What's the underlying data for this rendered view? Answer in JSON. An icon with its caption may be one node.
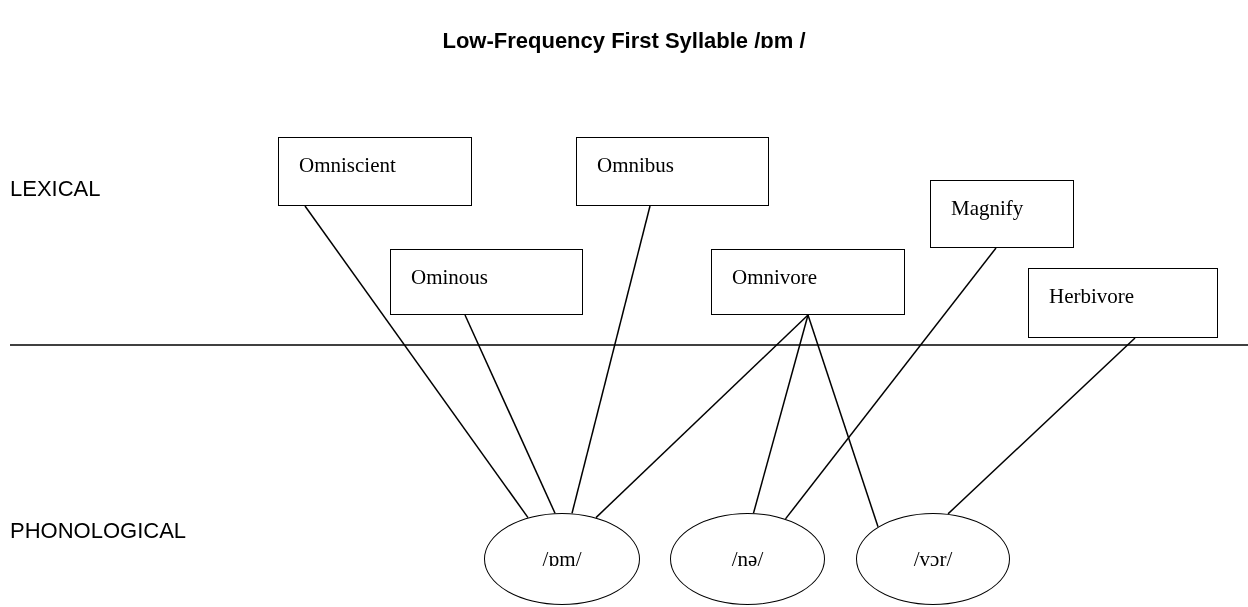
{
  "diagram": {
    "title": "Low-Frequency First Syllable /ɒm /",
    "nodes": [
      {
        "text": [
          "Omniscient"
        ]
      },
      {
        "text": [
          "Omnibus"
        ]
      },
      {
        "text": [
          "Magnify"
        ]
      },
      {
        "text": [
          "Ominous"
        ]
      },
      {
        "text": [
          "Omnivore"
        ]
      },
      {
        "text": [
          "Herbivore"
        ]
      },
      {
        "text": [
          "/ɒm/"
        ]
      },
      {
        "text": [
          "/nə/"
        ]
      },
      {
        "text": [
          "/vɔr/"
        ]
      }
    ],
    "edges": [
      {
        "from": 0,
        "to": 6,
        "arrow": "none"
      },
      {
        "from": 3,
        "to": 6,
        "arrow": "none"
      },
      {
        "from": 1,
        "to": 6,
        "arrow": "none"
      },
      {
        "from": 4,
        "to": 6,
        "arrow": "none"
      },
      {
        "from": 4,
        "to": 7,
        "arrow": "none"
      },
      {
        "from": 4,
        "to": 8,
        "arrow": "none"
      },
      {
        "from": 2,
        "to": 7,
        "arrow": "none"
      },
      {
        "from": 5,
        "to": 8,
        "arrow": "none"
      }
    ],
    "labels": [
      "LEXICAL",
      "PHONOLOGICAL"
    ]
  }
}
